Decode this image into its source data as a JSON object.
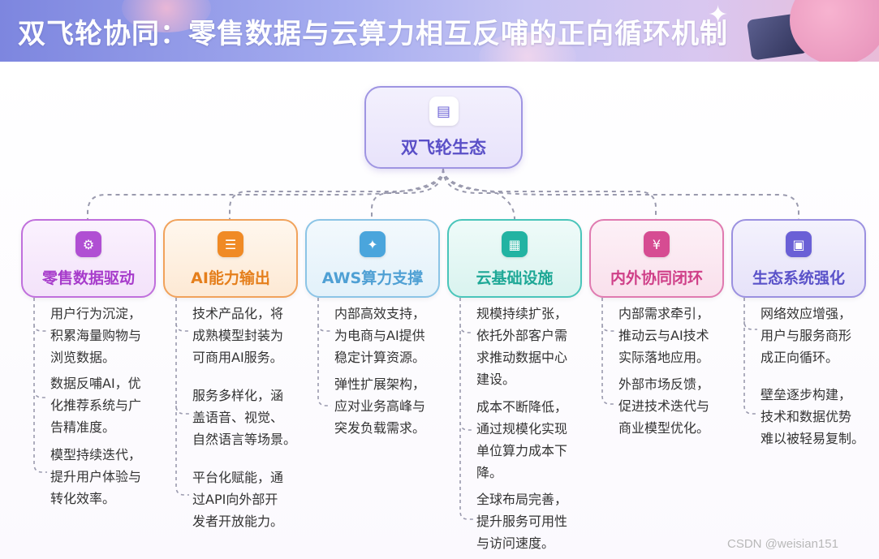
{
  "title": "双飞轮协同：零售数据与云算力相互反哺的正向循环机制",
  "root": {
    "label": "双飞轮生态",
    "icon": "book-icon"
  },
  "branches": [
    {
      "label": "零售数据驱动",
      "icon": "data-icon",
      "color": "#a73ccb",
      "items": [
        "用户行为沉淀，积累海量购物与浏览数据。",
        "数据反哺AI，优化推荐系统与广告精准度。",
        "模型持续迭代，提升用户体验与转化效率。"
      ]
    },
    {
      "label": "AI能力输出",
      "icon": "stack-icon",
      "color": "#e57f1c",
      "items": [
        "技术产品化，将成熟模型封装为可商用AI服务。",
        "服务多样化，涵盖语音、视觉、自然语言等场景。",
        "平台化赋能，通过API向外部开发者开放能力。"
      ]
    },
    {
      "label": "AWS算力支撑",
      "icon": "wrench-icon",
      "color": "#4fa0d4",
      "items": [
        "内部高效支持，为电商与AI提供稳定计算资源。",
        "弹性扩展架构，应对业务高峰与突发负载需求。"
      ]
    },
    {
      "label": "云基础设施",
      "icon": "server-icon",
      "color": "#1ea896",
      "items": [
        "规模持续扩张，依托外部客户需求推动数据中心建设。",
        "成本不断降低，通过规模化实现单位算力成本下降。",
        "全球布局完善，提升服务可用性与访问速度。"
      ]
    },
    {
      "label": "内外协同闭环",
      "icon": "yen-icon",
      "color": "#cf3f88",
      "items": [
        "内部需求牵引，推动云与AI技术实际落地应用。",
        "外部市场反馈，促进技术迭代与商业模型优化。"
      ]
    },
    {
      "label": "生态系统强化",
      "icon": "calendar-plus-icon",
      "color": "#5a52c9",
      "items": [
        "网络效应增强，用户与服务商形成正向循环。",
        "壁垒逐步构建，技术和数据优势难以被轻易复制。"
      ]
    }
  ],
  "bullet_lines": [
    [
      [
        "用户行为沉淀，",
        "积累海量购物与",
        "浏览数据。"
      ],
      [
        "数据反哺AI，优",
        "化推荐系统与广",
        "告精准度。"
      ],
      [
        "模型持续迭代，",
        "提升用户体验与",
        "转化效率。"
      ]
    ],
    [
      [
        "技术产品化，将",
        "成熟模型封装为",
        "可商用AI服务。"
      ],
      [
        "服务多样化，涵",
        "盖语音、视觉、",
        "自然语言等场景。"
      ],
      [
        "平台化赋能，通",
        "过API向外部开",
        "发者开放能力。"
      ]
    ],
    [
      [
        "内部高效支持，",
        "为电商与AI提供",
        "稳定计算资源。"
      ],
      [
        "弹性扩展架构，",
        "应对业务高峰与",
        "突发负载需求。"
      ]
    ],
    [
      [
        "规模持续扩张，",
        "依托外部客户需",
        "求推动数据中心",
        "建设。"
      ],
      [
        "成本不断降低，",
        "通过规模化实现",
        "单位算力成本下",
        "降。"
      ],
      [
        "全球布局完善，",
        "提升服务可用性",
        "与访问速度。"
      ]
    ],
    [
      [
        "内部需求牵引，",
        "推动云与AI技术",
        "实际落地应用。"
      ],
      [
        "外部市场反馈，",
        "促进技术迭代与",
        "商业模型优化。"
      ]
    ],
    [
      [
        "网络效应增强，",
        "用户与服务商形",
        "成正向循环。"
      ],
      [
        "壁垒逐步构建，",
        "技术和数据优势",
        "难以被轻易复制。"
      ]
    ]
  ],
  "watermark": "CSDN @weisian151",
  "colors": {
    "connector": "#9a9aae",
    "header_start": "#7d86df",
    "header_end": "#e9bcd8"
  }
}
